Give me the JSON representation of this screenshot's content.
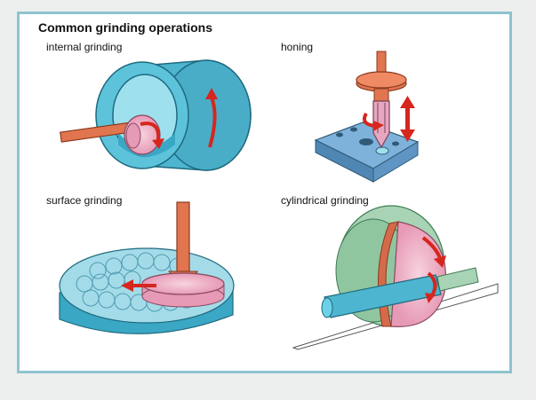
{
  "diagram": {
    "title": "Common grinding operations",
    "panels": [
      {
        "label": "internal grinding",
        "icon": "internal-grinding-illustration"
      },
      {
        "label": "honing",
        "icon": "honing-illustration"
      },
      {
        "label": "surface grinding",
        "icon": "surface-grinding-illustration"
      },
      {
        "label": "cylindrical grinding",
        "icon": "cylindrical-grinding-illustration"
      }
    ]
  },
  "colors": {
    "frame": "#8fc3cf",
    "workpiece_blue": "#4db5cf",
    "shaft_orange": "#e07550",
    "wheel_pink": "#f0b5c8",
    "arrow_red": "#d6261e",
    "table_blue": "#7fb2da",
    "wheel_green": "#a8d4b5"
  }
}
